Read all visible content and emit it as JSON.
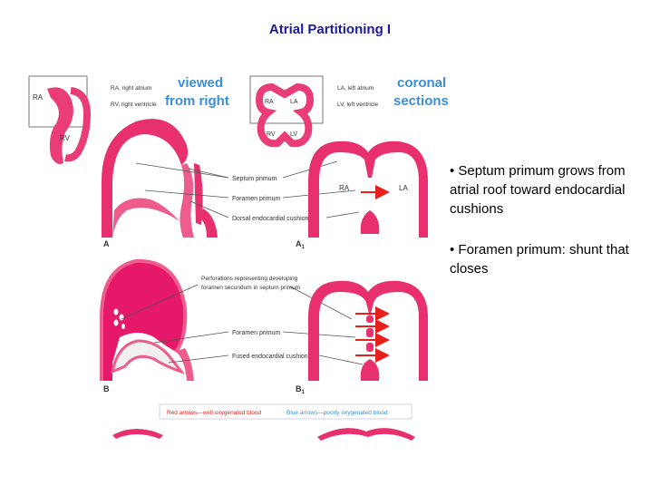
{
  "slide": {
    "title": "Atrial Partitioning I",
    "bullets": [
      "• Septum primum grows from atrial roof toward endocardial cushions",
      "• Foramen primum: shunt that closes"
    ]
  },
  "figure": {
    "heading_left": [
      "viewed",
      "from right"
    ],
    "heading_right": [
      "coronal",
      "sections"
    ],
    "legend_left": [
      "RA, right atrium",
      "RV, right ventricle"
    ],
    "legend_right": [
      "LA, left atrium",
      "LV, left ventricle"
    ],
    "inset_left": {
      "top": "RA",
      "bottom": "RV"
    },
    "inset_right": {
      "ra": "RA",
      "la": "LA",
      "rv": "RV",
      "lv": "LV"
    },
    "labels_top": [
      "Septum primum",
      "Foramen primum",
      "Dorsal endocardial cushions"
    ],
    "labels_bottom": [
      "Perforations representing developing",
      "foramen secundum in septum primum",
      "Foramen primum",
      "Fused endocardial cushions"
    ],
    "panel_a": "A",
    "panel_a1": "A",
    "panel_b": "B",
    "panel_b1": "B",
    "sub1": "1",
    "section_ra": "RA",
    "section_la": "LA",
    "legend_red": "Red arrows—well oxygenated blood",
    "legend_blue": "Blue arrows—poorly oxygenated blood",
    "colors": {
      "tissue": "#e8306e",
      "tissue_light": "#f06a98",
      "fill_dark": "#e5186a",
      "heading_blue": "#3a8fd6",
      "arrow_red": "#e8201c",
      "pointer": "#555555"
    }
  }
}
